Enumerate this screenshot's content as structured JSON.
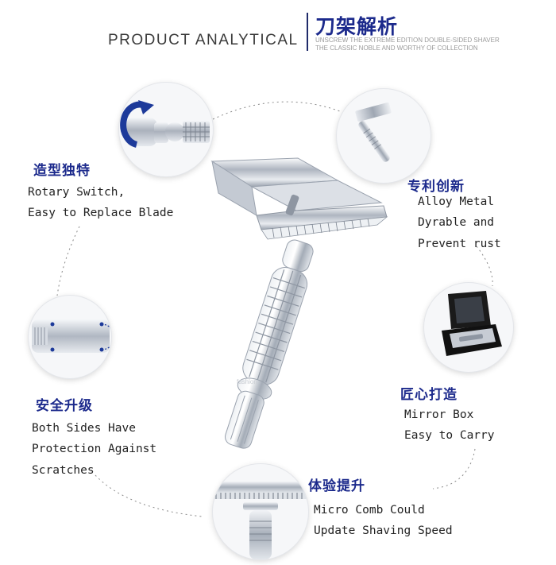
{
  "header": {
    "title_en": "PRODUCT ANALYTICAL",
    "title_cn": "刀架解析",
    "subtitle_line1": "UNSCREW THE EXTREME EDITION DOUBLE-SIDED SHAVER",
    "subtitle_line2": "THE CLASSIC NOBLE AND WORTHY OF COLLECTION"
  },
  "features": [
    {
      "title": "造型独特",
      "lines": [
        "Rotary Switch,",
        "Easy to Replace Blade"
      ]
    },
    {
      "title": "专利创新",
      "lines": [
        "Alloy Metal",
        "Dyrable and",
        "Prevent rust"
      ]
    },
    {
      "title": "安全升级",
      "lines": [
        "Both Sides Have",
        "Protection Against",
        "Scratches"
      ]
    },
    {
      "title": "匠心打造",
      "lines": [
        "Mirror Box",
        "Easy to Carry"
      ]
    },
    {
      "title": "体验提升",
      "lines": [
        "Micro Comb Could",
        "Update Shaving Speed"
      ]
    }
  ],
  "watermark": "fashion",
  "colors": {
    "accent": "#1c2a8c",
    "text": "#222222",
    "chrome": "#c9ced6",
    "box": "#1a1a1a"
  },
  "icons": [
    "rotation-arrow-icon",
    "razor-thumbnail-icon",
    "razor-head-closeup-icon",
    "mirror-box-icon",
    "micro-comb-closeup-icon"
  ]
}
